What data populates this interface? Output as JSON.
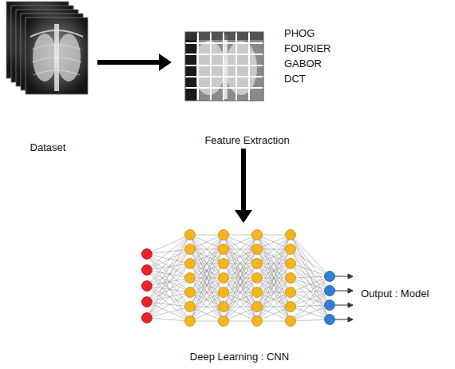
{
  "diagram": {
    "nodes": [
      {
        "text": [
          "Dataset"
        ]
      },
      {
        "text": [
          "Feature Extraction"
        ]
      },
      {
        "text": [
          "Deep Learning : CNN"
        ]
      }
    ],
    "edges": [
      {
        "from": 0,
        "to": 1,
        "arrow": "to"
      },
      {
        "from": 1,
        "to": 2,
        "arrow": "to"
      }
    ],
    "labels": [
      "PHOG",
      "FOURIER",
      "GABOR",
      "DCT",
      "Output : Model"
    ]
  }
}
